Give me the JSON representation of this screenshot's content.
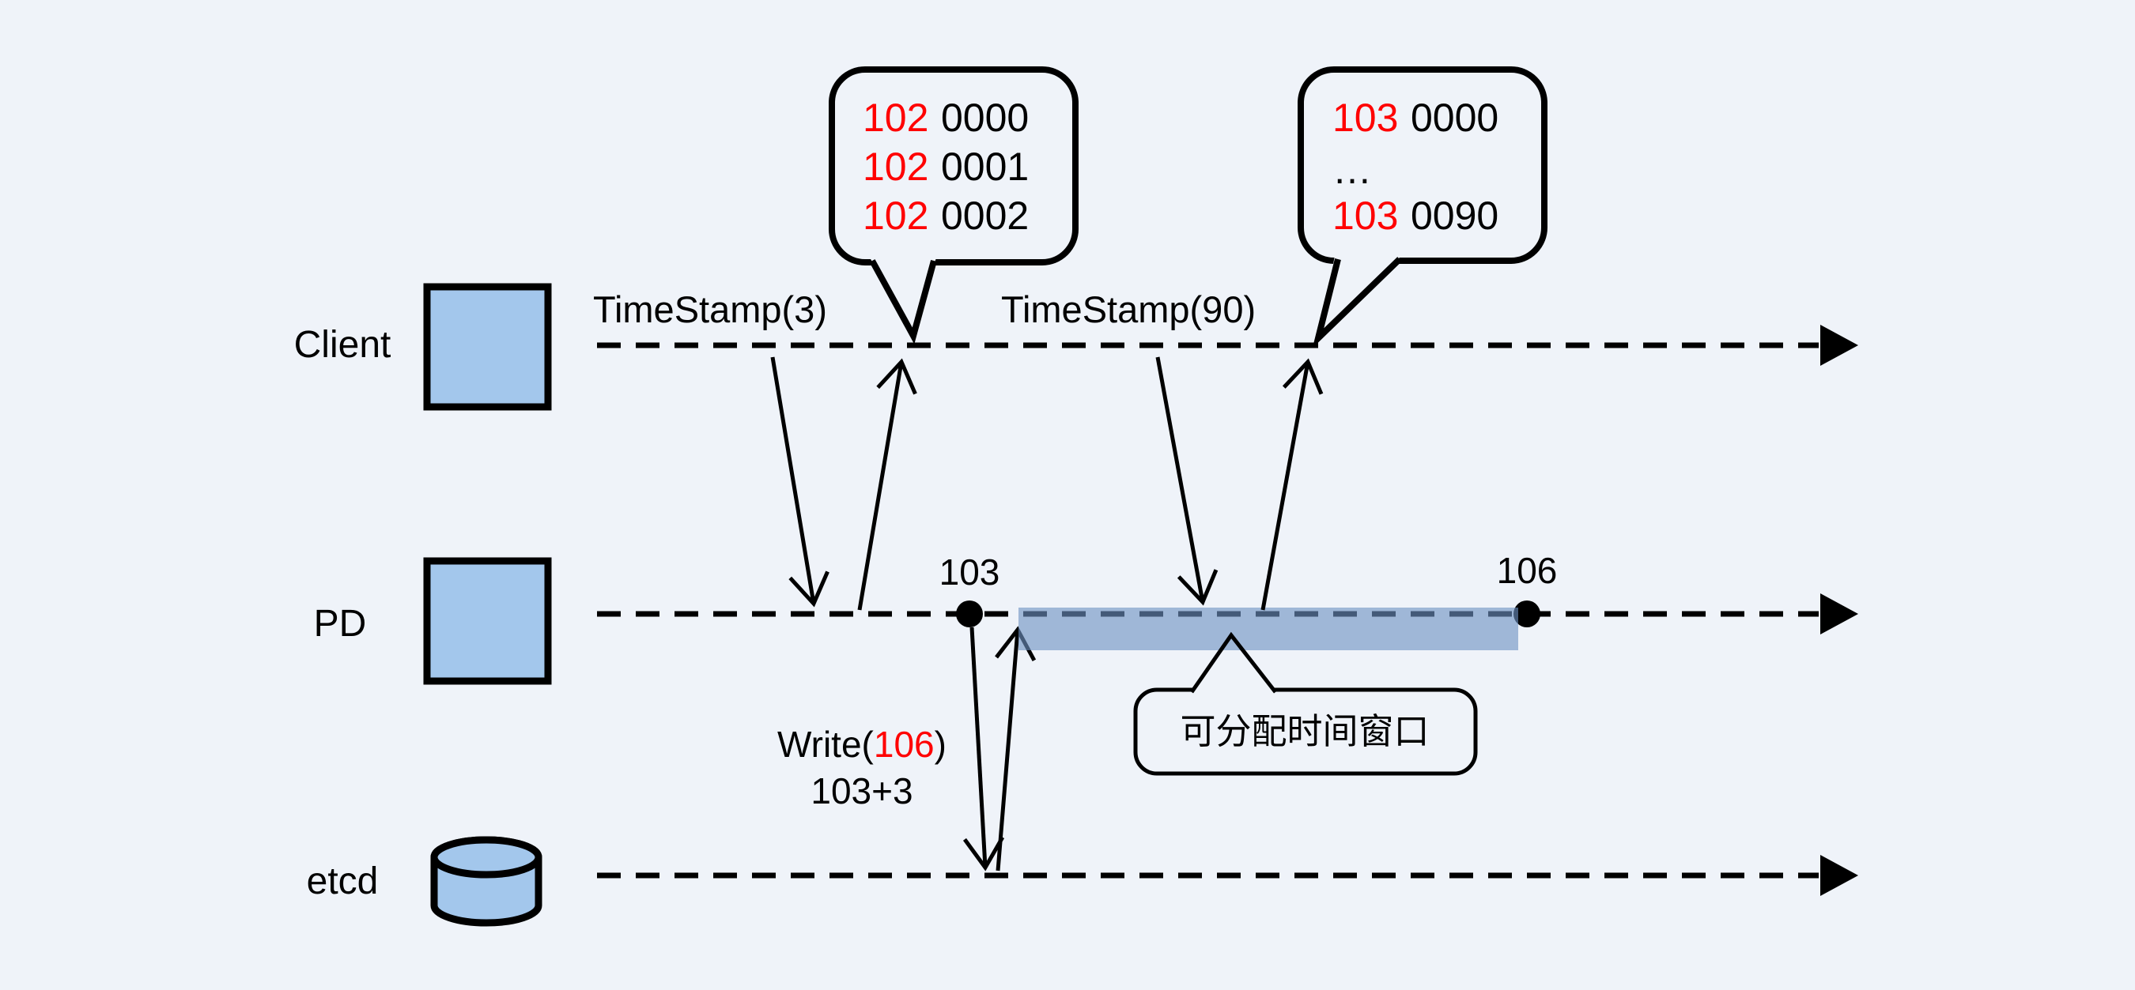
{
  "colors": {
    "background": "#eff3f9",
    "node_fill": "#a3c7ec",
    "outline": "#000000",
    "window_fill": "#6d91c2",
    "highlight_red": "#ff0000"
  },
  "lanes": {
    "client": {
      "label": "Client"
    },
    "pd": {
      "label": "PD"
    },
    "etcd": {
      "label": "etcd"
    }
  },
  "annotations": {
    "timestamp3": "TimeStamp(3)",
    "timestamp90": "TimeStamp(90)",
    "ts_start": "103",
    "ts_end": "106",
    "write": {
      "prefix": "Write(",
      "value": "106",
      "suffix": ")"
    },
    "write_calc": "103+3",
    "window_label": "可分配时间窗口"
  },
  "bubbles": {
    "batch3": {
      "lines": [
        {
          "ts": "102",
          "logical": "0000"
        },
        {
          "ts": "102",
          "logical": "0001"
        },
        {
          "ts": "102",
          "logical": "0002"
        }
      ]
    },
    "batch90": {
      "line1": {
        "ts": "103",
        "logical": "0000"
      },
      "ellipsis": "…",
      "line3": {
        "ts": "103",
        "logical": "0090"
      }
    }
  }
}
